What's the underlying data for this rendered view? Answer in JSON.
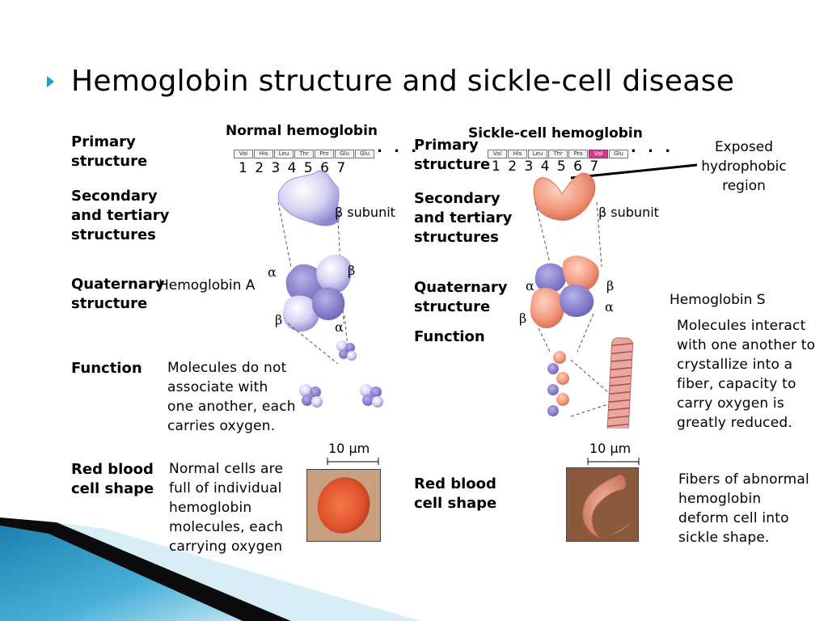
{
  "title": "Hemoglobin structure and sickle-cell disease",
  "normal": {
    "header": "Normal hemoglobin",
    "sequence": [
      "Val",
      "His",
      "Leu",
      "Thr",
      "Pro",
      "Glu",
      "Glu"
    ],
    "positions": "1  2  3  4  5  6  7",
    "beta_subunit": "β subunit",
    "alpha_top": "α",
    "beta_top": "β",
    "beta_bottom": "β",
    "alpha_bottom": "α",
    "hemoglobin_label": "Hemoglobin A",
    "function_text": "Molecules do not associate with one another, each carries oxygen.",
    "scale": "10 μm",
    "cell_text": "Normal cells are full of individual hemoglobin molecules, each carrying oxygen"
  },
  "sickle": {
    "header": "Sickle-cell hemoglobin",
    "sequence": [
      "Val",
      "His",
      "Leu",
      "Thr",
      "Pro",
      "Val",
      "Glu"
    ],
    "positions": "1  2  3  4  5  6  7",
    "beta_subunit": "β subunit",
    "alpha_left": "α",
    "beta_right": "β",
    "alpha_right": "α",
    "beta_left": "β",
    "hemoglobin_label": "Hemoglobin S",
    "function_text": "Molecules interact with one another to crystallize into a fiber, capacity to carry oxygen is greatly reduced.",
    "scale": "10 μm",
    "cell_text": "Fibers of abnormal hemoglobin deform cell into sickle shape.",
    "exposed": "Exposed hydrophobic region"
  },
  "labels": {
    "primary": "Primary structure",
    "secondary": "Secondary and tertiary structures",
    "quaternary": "Quaternary structure",
    "function": "Function",
    "red_blood": "Red blood cell shape"
  },
  "ellipsis": ". . .",
  "colors": {
    "accent": "#2a9bc0",
    "normal_protein": "#c9c5ee",
    "sickle_protein": "#f29a80",
    "mutation": "#d23c8c"
  }
}
